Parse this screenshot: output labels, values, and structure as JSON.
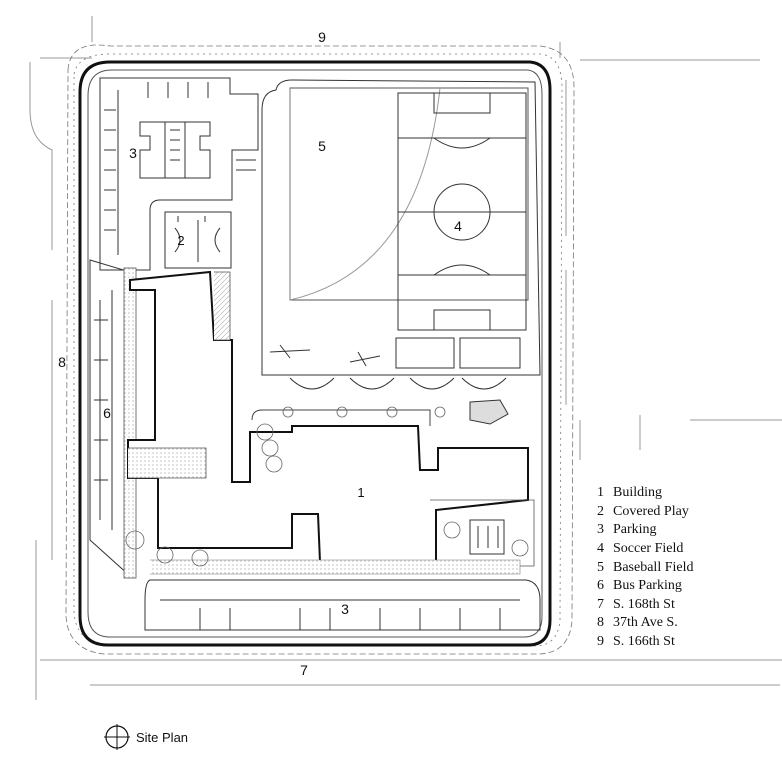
{
  "map_labels": {
    "area_1": "1",
    "area_2": "2",
    "area_3_north": "3",
    "area_3_south": "3",
    "area_4": "4",
    "area_5": "5",
    "area_6": "6",
    "street_7": "7",
    "street_8": "8",
    "street_9": "9"
  },
  "legend": [
    {
      "num": "1",
      "label": "Building"
    },
    {
      "num": "2",
      "label": "Covered Play"
    },
    {
      "num": "3",
      "label": "Parking"
    },
    {
      "num": "4",
      "label": "Soccer Field"
    },
    {
      "num": "5",
      "label": "Baseball Field"
    },
    {
      "num": "6",
      "label": "Bus Parking"
    },
    {
      "num": "7",
      "label": "S. 168th St"
    },
    {
      "num": "8",
      "label": "37th Ave S."
    },
    {
      "num": "9",
      "label": "S. 166th St"
    }
  ],
  "caption": "Site Plan",
  "colors": {
    "line": "#222222",
    "light": "#8a8a8a",
    "hatch": "#bdbdbd"
  }
}
